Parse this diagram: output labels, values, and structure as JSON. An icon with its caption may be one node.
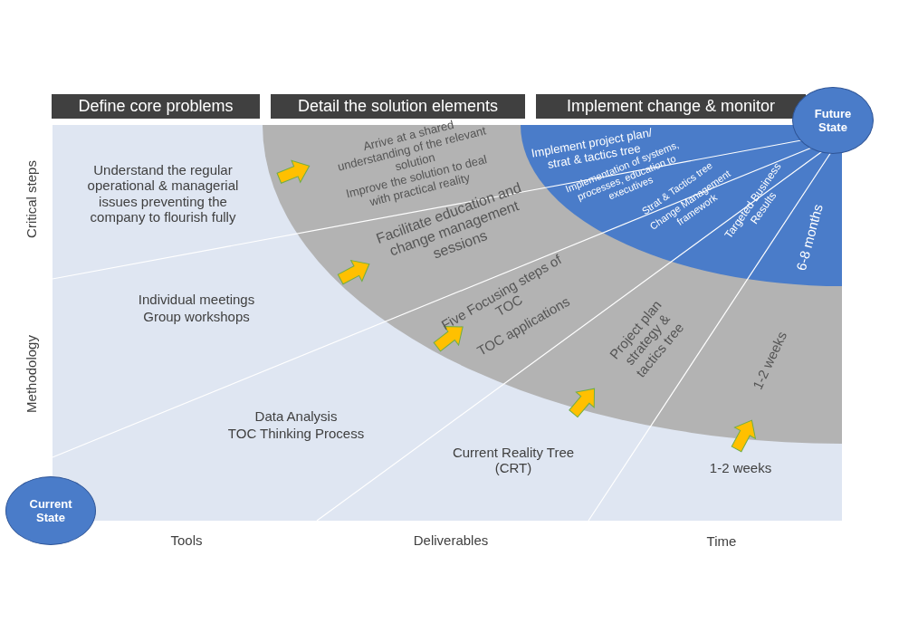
{
  "diagram": {
    "nodes": [
      {
        "text": [
          "Define core problems"
        ]
      },
      {
        "text": [
          "Detail the solution elements"
        ]
      },
      {
        "text": [
          "Implement change & monitor"
        ]
      },
      {
        "text": [
          "Future State"
        ]
      },
      {
        "text": [
          "Current State"
        ]
      }
    ],
    "edges": [],
    "labels": [
      "Critical steps",
      "Understand the regular operational & managerial issues preventing the company to flourish fully",
      "Arrive at a shared understanding of the relevant solution",
      "Improve the solution to deal with practical reality",
      "Implement project plan/ strat & tactics tree",
      "Implementation of systems, processes, education to executives",
      "Facilitate education and change management sessions",
      "Strat & Tactics tree",
      "Change Management framework",
      "Targeted Business Results",
      "6-8 months",
      "Methodology",
      "Individual meetings",
      "Group workshops",
      "Five Focusing steps of TOC",
      "TOC applications",
      "Project plan strategy & tactics tree",
      "1-2 weeks",
      "Data Analysis",
      "TOC Thinking Process",
      "Current Reality Tree (CRT)",
      "1-2 weeks",
      "Tools",
      "Deliverables",
      "Time"
    ]
  }
}
